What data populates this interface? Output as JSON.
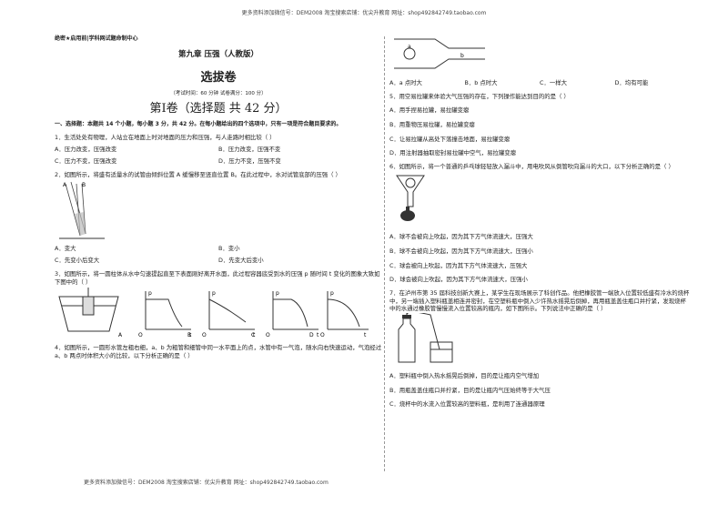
{
  "header": {
    "top_note": "更多资料添加微信号：DEM2008   淘宝搜索店铺：优尖升教育  网址：shop492842749.taobao.com"
  },
  "footer": {
    "note": "更多资料添加微信号：DEM2008   淘宝搜索店铺：优尖升教育  网址：shop492842749.taobao.com"
  },
  "doc": {
    "secret": "绝密★启用前|学科网试题命制中心",
    "chapter": "第九章  压强（人教版）",
    "title": "选拔卷",
    "meta": "（考试时间：60 分钟   试卷满分：100 分）",
    "volume": "第Ⅰ卷（选择题  共 42 分）",
    "section": "一、选择题：本题共 14 个小题，每小题 3 分，共 42 分。在每小题给出的四个选项中，只有一项是符合题目要求的。"
  },
  "questions": [
    {
      "stem": "1．生活处处有物理，人站立在地面上时对地面的压力和压强，与人走路时相比较（    ）",
      "options": [
        "A．压力改变，压强改变",
        "B．压力改变，压强不变",
        "C．压力不变，压强改变",
        "D．压力不变，压强不变"
      ]
    },
    {
      "stem": "2．如图所示，将盛有适量水的试管由倾斜位置 A 缓慢移至竖直位置 B。在此过程中，水对试管底部的压强（    ）",
      "labels": [
        "A",
        "B"
      ],
      "options": [
        "A．变大",
        "B．变小",
        "C．先变小后变大",
        "D．先变大后变小"
      ]
    },
    {
      "stem": "3．如图所示，将一圆柱体从水中匀速提起直至下表面刚好离开水面，此过程容器底受到水的压强 p 随时间 t 变化的图象大致如下图中的（    ）",
      "axis": [
        "p",
        "O",
        "t"
      ],
      "options": [
        "A",
        "B",
        "C",
        "D"
      ]
    },
    {
      "stem": "4．如图所示，一圆形水管左粗右细，a、b 为粗管和细管中同一水平面上的点，水管中有一气泡，随水向右快速运动，气泡经过 a、b 两点时体积大小的比较，以下分析正确的是（    ）",
      "labels": [
        "a",
        "b"
      ],
      "options": [
        "A．a 点时大",
        "B．b 点时大",
        "C．一样大",
        "D．均有可能"
      ]
    },
    {
      "stem": "5．用空易拉罐来体验大气压强的存在，下列操作能达到目的的是（    ）",
      "options": [
        "A．用手捏易拉罐，易拉罐变瘪",
        "B．用重物压易拉罐，易拉罐变瘪",
        "C．让易拉罐从高处下落撞击地面，易拉罐变瘪",
        "D．用注射器抽取密封易拉罐中空气，易拉罐变瘪"
      ]
    },
    {
      "stem": "6．如图所示，将一个普通的乒乓球轻轻放入漏斗中，用电吹风从倒管吹向漏斗的大口，以下分析正确的是（    ）",
      "options": [
        "A．球不会被向上吹起，因为其下方气体流速大，压强大",
        "B．球不会被向上吹起，因为其下方气体流速大，压强小",
        "C．球会被向上吹起，因为其下方气体流速大，压强大",
        "D．球会被向上吹起，因为其下方气体流速大，压强小"
      ]
    },
    {
      "stem": "7．在泸州市第 35 届科技创新大赛上，某学生在现场展示了科创作品。他把橡胶管一端放入位置较低盛有冷水的烧杯中，另一端插入塑料瓶盖相连并密封，在空塑料瓶中倒入少许热水摇晃后倒掉，再用瓶盖盖住瓶口并拧紧，发现烧杯中的水通过橡胶管慢慢流入位置较高的瓶内，如下图所示。下列说法中正确的是（    ）",
      "options": [
        "A．塑料瓶中倒入热水摇晃后倒掉，目的是让瓶内空气增加",
        "B．用瓶盖盖住瓶口并拧紧，目的是让瓶内气压始终等于大气压",
        "C．烧杯中的水流入位置较高的塑料瓶，是利用了连通器原理"
      ]
    }
  ]
}
